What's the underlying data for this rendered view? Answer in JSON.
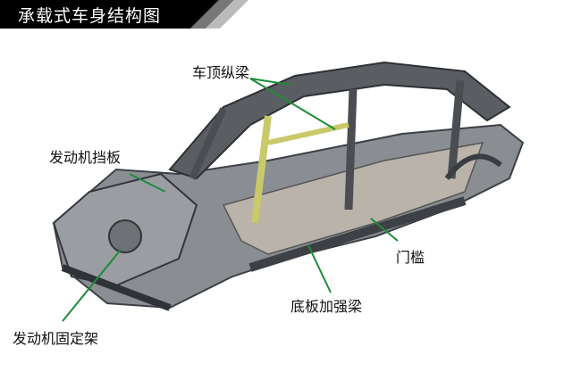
{
  "title": "承载式车身结构图",
  "labels": {
    "roof_rail": "车顶纵梁",
    "firewall": "发动机挡板",
    "sill": "门槛",
    "floor_beam": "底板加强梁",
    "engine_mount": "发动机固定架"
  },
  "colors": {
    "arrow": "#1f8a3a",
    "header": "#000000",
    "body": "#6b6f74",
    "pillar_highlight": "#c9c96a"
  }
}
